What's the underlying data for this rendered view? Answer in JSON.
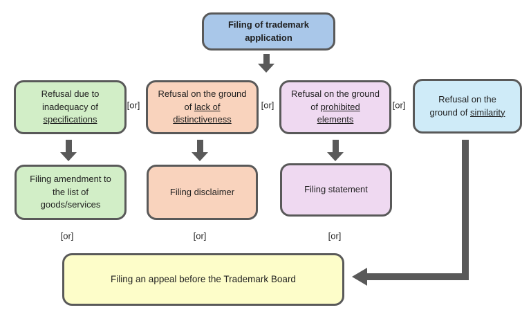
{
  "labels": {
    "or": "[or]"
  },
  "colors": {
    "top_box": "#a9c7e9",
    "green_box": "#d2eec7",
    "peach_box": "#f9d3bd",
    "purple_box": "#efd9f1",
    "blue_box": "#cfebf8",
    "yellow_box": "#fdfdc9",
    "border": "#595959",
    "arrow": "#595959"
  },
  "flow": {
    "filing_application": {
      "line1": "Filing of trademark",
      "line2": "application"
    },
    "refusal_specifications": {
      "line1": "Refusal due to",
      "line2": "inadequacy of",
      "line3_underline": "specifications"
    },
    "refusal_distinctiveness": {
      "line1": "Refusal on the ground",
      "line2_prefix": "of ",
      "line2_underline": "lack of",
      "line3_underline": "distinctiveness"
    },
    "refusal_prohibited": {
      "line1": "Refusal on the ground",
      "line2_prefix": "of ",
      "line2_underline": "prohibited",
      "line3_underline": "elements"
    },
    "refusal_similarity": {
      "line1": "Refusal on the",
      "line2_prefix": "ground of ",
      "line2_underline": "similarity"
    },
    "filing_amendment": {
      "line1": "Filing amendment to",
      "line2": "the list of",
      "line3": "goods/services"
    },
    "filing_disclaimer": {
      "label": "Filing disclaimer"
    },
    "filing_statement": {
      "label": "Filing statement"
    },
    "filing_appeal": {
      "label": "Filing an appeal before the Trademark Board"
    }
  }
}
